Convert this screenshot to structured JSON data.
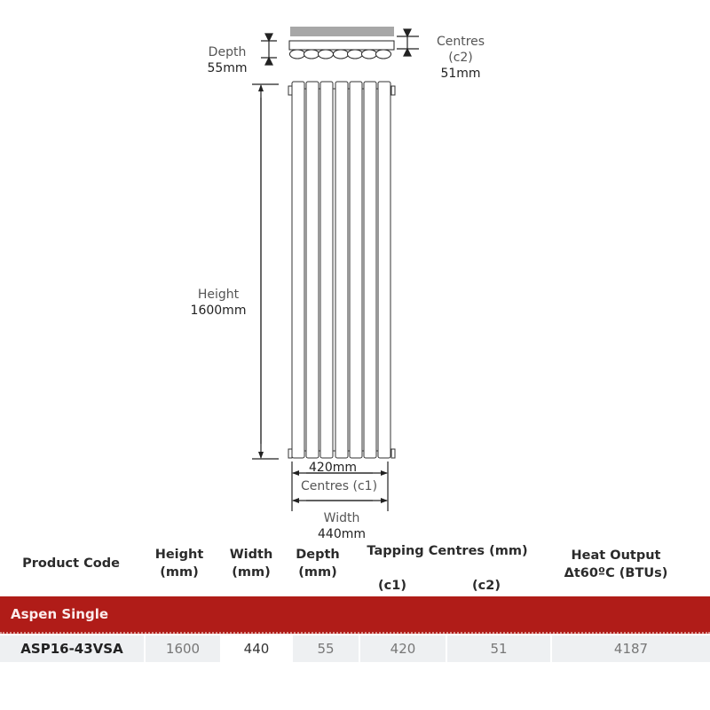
{
  "diagram": {
    "depth": {
      "label": "Depth",
      "value": "55mm"
    },
    "centres_c2": {
      "label": "Centres",
      "sub": "(c2)",
      "value": "51mm"
    },
    "height": {
      "label": "Height",
      "value": "1600mm"
    },
    "centres_c1": {
      "value": "420mm",
      "label": "Centres (c1)"
    },
    "width": {
      "label": "Width",
      "value": "440mm"
    },
    "columns": 7,
    "colors": {
      "wall": "#a7a7a7",
      "line": "#222222"
    }
  },
  "table": {
    "headers": {
      "product_code": "Product Code",
      "height": [
        "Height",
        "(mm)"
      ],
      "width": [
        "Width",
        "(mm)"
      ],
      "depth": [
        "Depth",
        "(mm)"
      ],
      "tapping_centres": "Tapping Centres (mm)",
      "c1": "(c1)",
      "c2": "(c2)",
      "heat_output": [
        "Heat Output",
        "Δt60ºC (BTUs)"
      ]
    },
    "group": {
      "label": "Aspen Single",
      "color": "#b01c18"
    },
    "rows": [
      {
        "product_code": "ASP16-43VSA",
        "height": "1600",
        "width": "440",
        "depth": "55",
        "c1": "420",
        "c2": "51",
        "heat_output": "4187"
      }
    ]
  }
}
